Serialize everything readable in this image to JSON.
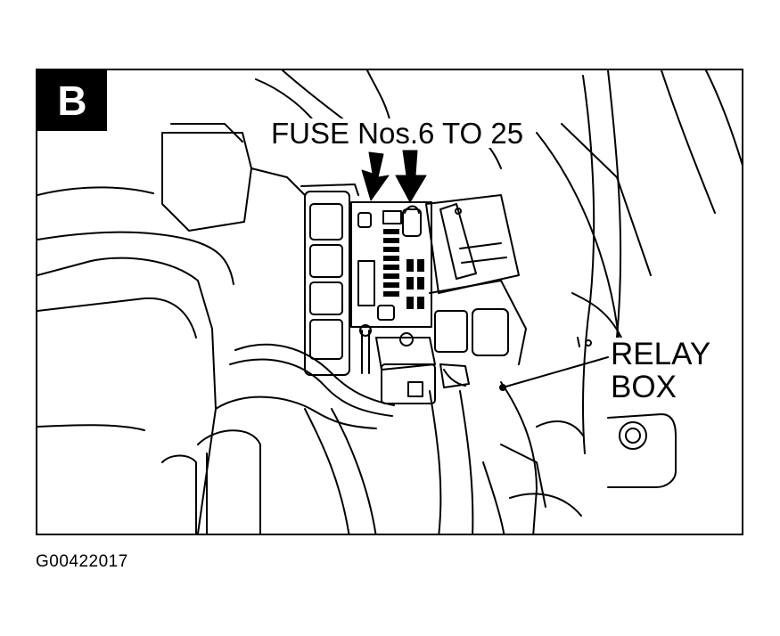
{
  "panel_label": "B",
  "callouts": {
    "fuse": "FUSE Nos.6 TO 25",
    "relay_line1": "RELAY",
    "relay_line2": "BOX"
  },
  "figure_id": "G00422017"
}
